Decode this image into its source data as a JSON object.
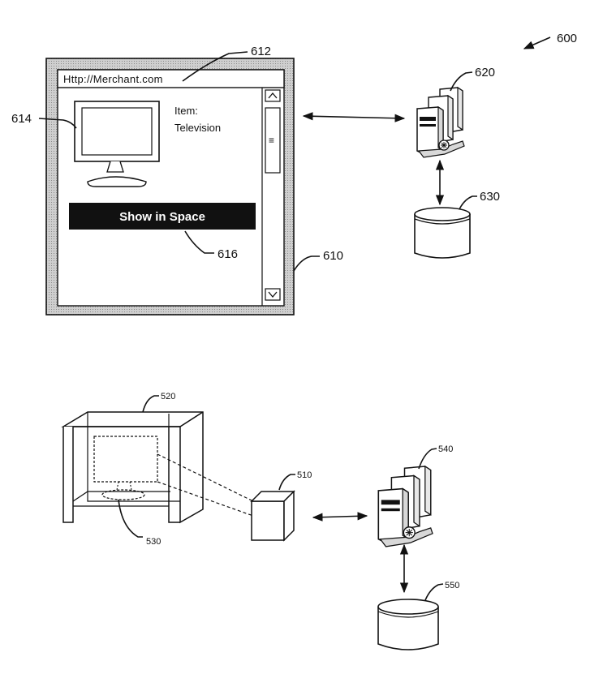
{
  "top_figure": {
    "figure_ref": "600",
    "window_ref": "610",
    "address_ref": "612",
    "image_ref": "614",
    "button_ref": "616",
    "server_ref": "620",
    "database_ref": "630",
    "address_bar": "Http://Merchant.com",
    "item_label": "Item:",
    "item_value": "Television",
    "button_label": "Show in Space",
    "scroll_thumb_glyph": "≡"
  },
  "bottom_figure": {
    "room_ref": "520",
    "device_ref": "510",
    "projection_ref": "530",
    "server_ref": "540",
    "database_ref": "550"
  }
}
